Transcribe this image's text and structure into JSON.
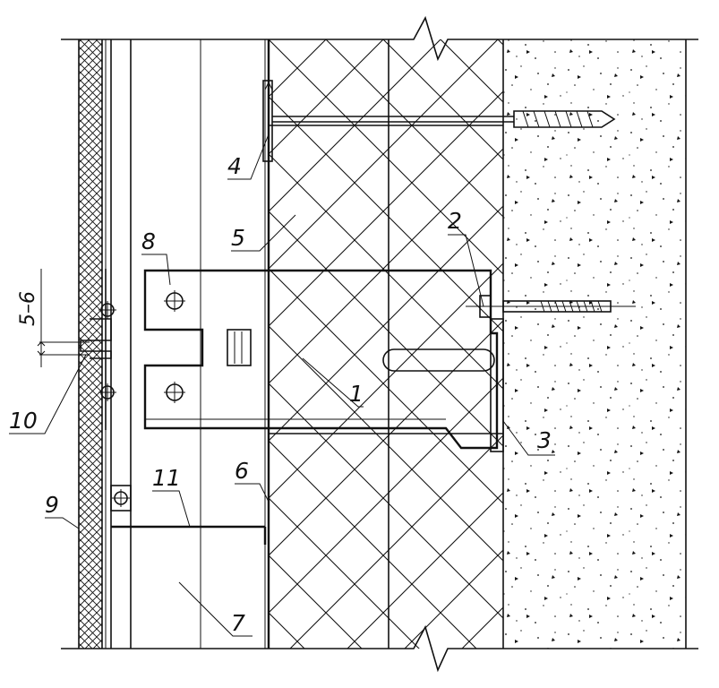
{
  "labels": {
    "bracket": "1",
    "bolt": "2",
    "pad": "3",
    "dowel": "4",
    "insulation": "5",
    "membrane": "6",
    "air_gap": "7",
    "rivet": "8",
    "cladding": "9",
    "clip": "10",
    "fire_cutoff": "11",
    "gap": "5–6"
  },
  "colors": {
    "line": "#111111",
    "background": "#ffffff"
  }
}
